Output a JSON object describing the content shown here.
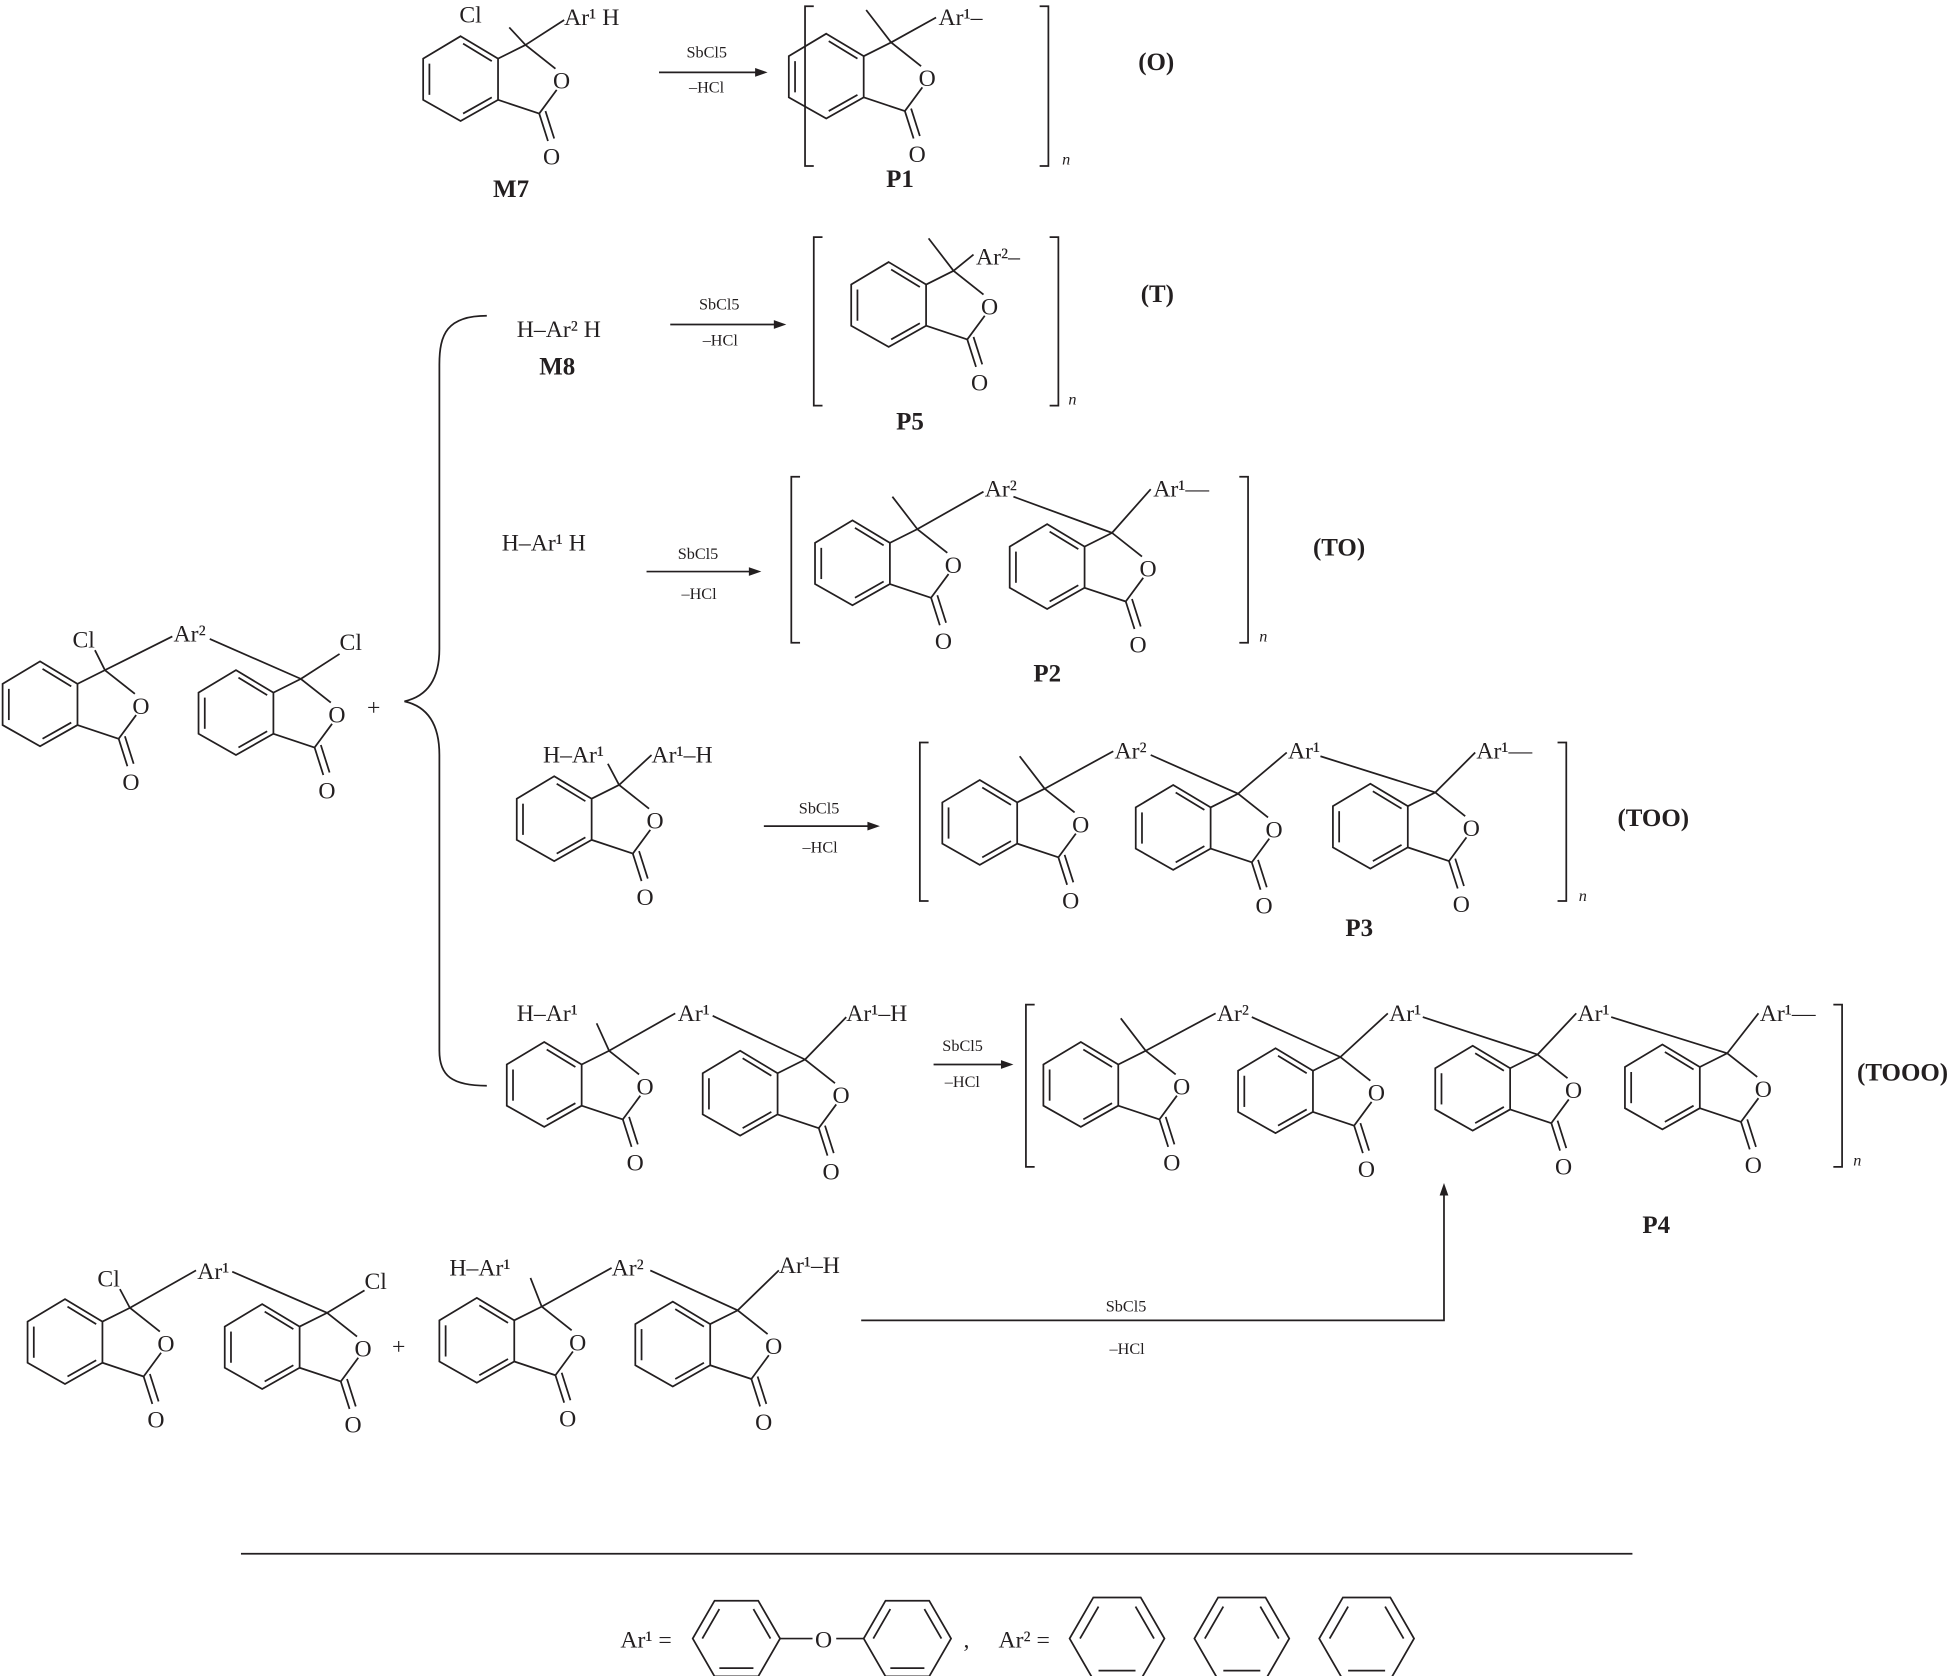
{
  "reagent": "SbCl5",
  "byproduct": "–HCl",
  "plus": "+",
  "n": "n",
  "atoms": {
    "Cl": "Cl",
    "O": "O"
  },
  "rxn_O": {
    "tag": "(O)",
    "monomer": "M7",
    "product": "P1",
    "m_right": "Ar¹ H",
    "p_right": "Ar¹–"
  },
  "rxn_T": {
    "tag": "(T)",
    "monomer_text": "H–Ar² H",
    "monomer": "M8",
    "product": "P5",
    "p_right": "Ar²–"
  },
  "rxn_TO": {
    "tag": "(TO)",
    "monomer_text": "H–Ar¹ H",
    "product": "P2",
    "p_mid": "Ar²",
    "p_right": "Ar¹—"
  },
  "rxn_TOO": {
    "tag": "(TOO)",
    "m_left": "H–Ar¹",
    "m_right": "Ar¹–H",
    "product": "P3",
    "p_labels": [
      "Ar²",
      "Ar¹",
      "Ar¹—"
    ]
  },
  "rxn_TOOO": {
    "tag": "(TOOO)",
    "m_left": "H–Ar¹",
    "m_mid": "Ar¹",
    "m_right": "Ar¹–H",
    "product": "P4",
    "p_labels": [
      "Ar²",
      "Ar¹",
      "Ar¹",
      "Ar¹—"
    ]
  },
  "dichloride_Ar2": {
    "mid": "Ar²"
  },
  "bottom": {
    "dichloride_mid": "Ar¹",
    "bis_left": "H–Ar¹",
    "bis_mid": "Ar²",
    "bis_right": "Ar¹–H"
  },
  "legend": {
    "ar1": "Ar¹ =",
    "ar2": "Ar² =",
    "sep": ",",
    "ether_O": "O"
  }
}
